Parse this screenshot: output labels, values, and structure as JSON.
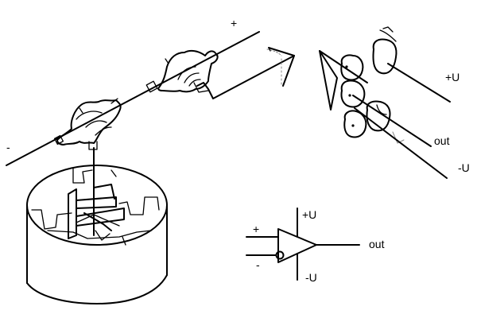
{
  "labels": {
    "top_shaft_plus": "+",
    "left_shaft_minus": "-",
    "right_plus_u": "+U",
    "right_out": "out",
    "right_minus_u": "-U",
    "opamp_plus_input": "+",
    "opamp_minus_input": "-",
    "opamp_plus_u": "+U",
    "opamp_minus_u": "-U",
    "opamp_out": "out"
  },
  "colors": {
    "ink": "#000000",
    "background": "#ffffff"
  }
}
